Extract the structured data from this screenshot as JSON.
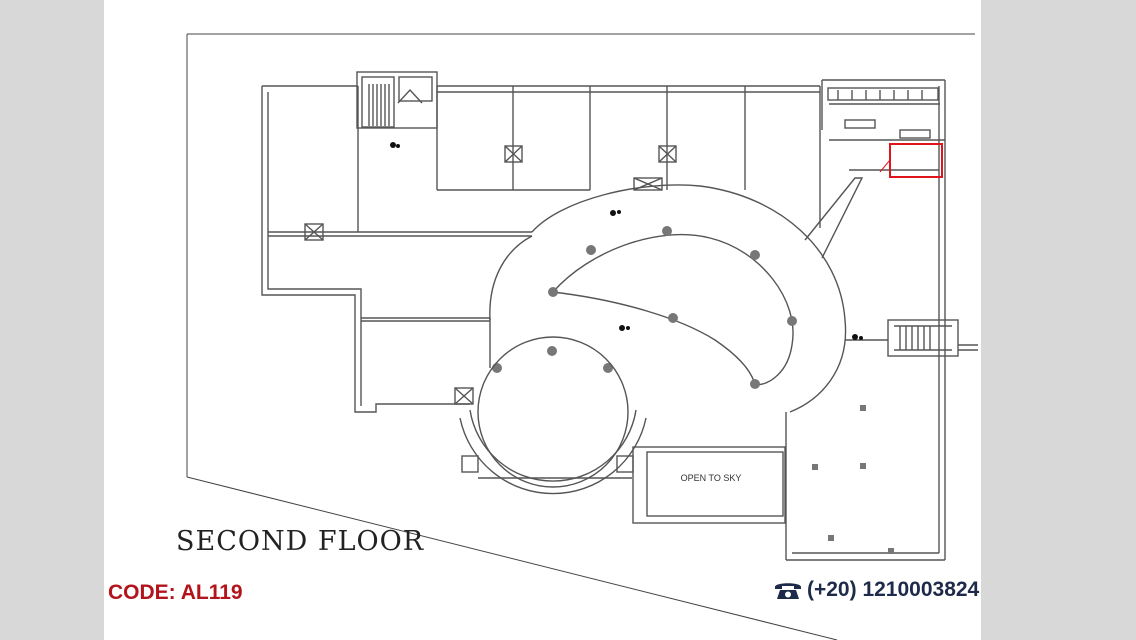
{
  "plan": {
    "title": "SECOND FLOOR",
    "open_area_label": "OPEN TO SKY"
  },
  "footer": {
    "code": "CODE: AL119",
    "phone": "(+20) 1210003824",
    "phone_icon": "telephone-icon"
  },
  "colors": {
    "code_text": "#b3141c",
    "phone_text": "#1e2a4a",
    "highlight_room": "#e0141c"
  }
}
